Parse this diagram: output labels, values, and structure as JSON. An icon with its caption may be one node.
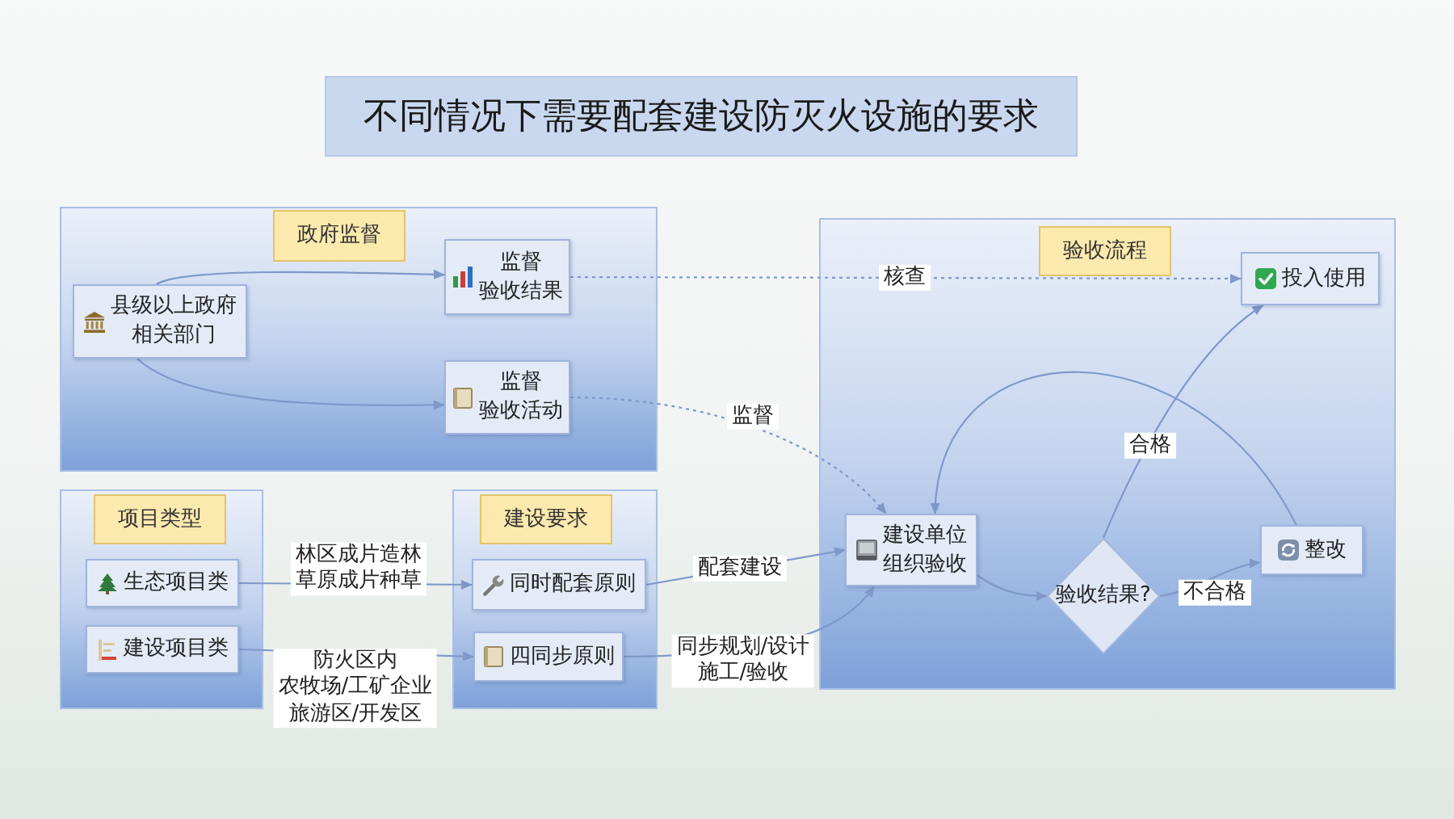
{
  "diagram": {
    "title": "不同情况下需要配套建设防灭火设施的要求",
    "nodes": [
      {
        "text": [
          "政府监督"
        ]
      },
      {
        "text": [
          "县级以上政府相关部门"
        ],
        "in": 0
      },
      {
        "text": [
          "监督验收结果"
        ],
        "in": 0
      },
      {
        "text": [
          "监督验收活动"
        ],
        "in": 0
      },
      {
        "text": [
          "项目类型"
        ]
      },
      {
        "text": [
          "生态项目类"
        ],
        "in": 4
      },
      {
        "text": [
          "建设项目类"
        ],
        "in": 4
      },
      {
        "text": [
          "建设要求"
        ]
      },
      {
        "text": [
          "同时配套原则"
        ],
        "in": 7
      },
      {
        "text": [
          "四同步原则"
        ],
        "in": 7
      },
      {
        "text": [
          "验收流程"
        ]
      },
      {
        "text": [
          "投入使用"
        ],
        "in": 10
      },
      {
        "text": [
          "建设单位组织验收"
        ],
        "in": 10
      },
      {
        "text": [
          "验收结果?"
        ],
        "in": 10
      },
      {
        "text": [
          "整改"
        ],
        "in": 10
      }
    ],
    "edges": [
      {
        "from": 1,
        "to": 2,
        "arrow": "to"
      },
      {
        "from": 1,
        "to": 3,
        "arrow": "to"
      },
      {
        "from": 2,
        "to": 11,
        "arrow": "to",
        "label": "核查",
        "style": "dashed"
      },
      {
        "from": 3,
        "to": 12,
        "arrow": "to",
        "label": "监督",
        "style": "dashed"
      },
      {
        "from": 5,
        "to": 8,
        "arrow": "to",
        "label": "林区成片造林草原成片种草"
      },
      {
        "from": 6,
        "to": 9,
        "arrow": "to",
        "label": "防火区内农牧场/工矿企业旅游区/开发区"
      },
      {
        "from": 8,
        "to": 12,
        "arrow": "to",
        "label": "配套建设"
      },
      {
        "from": 9,
        "to": 12,
        "arrow": "to",
        "label": "同步规划/设计施工/验收"
      },
      {
        "from": 12,
        "to": 13,
        "arrow": "to"
      },
      {
        "from": 13,
        "to": 11,
        "arrow": "to",
        "label": "合格"
      },
      {
        "from": 13,
        "to": 14,
        "arrow": "to",
        "label": "不合格"
      },
      {
        "from": 14,
        "to": 12,
        "arrow": "to"
      }
    ]
  }
}
